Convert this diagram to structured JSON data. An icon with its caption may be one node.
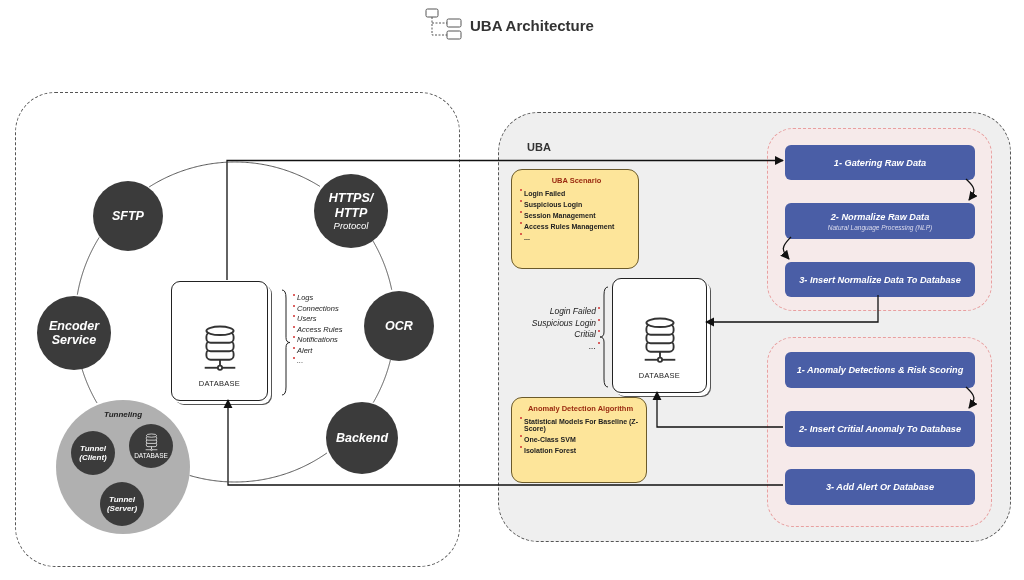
{
  "diagram": {
    "title": "UBA Architecture",
    "nodes": [
      {
        "text": [],
        "shape": "box"
      },
      {
        "text": [
          "SFTP"
        ],
        "in": 0
      },
      {
        "text": [
          "HTTPS/ HTTP",
          "Protocol"
        ],
        "in": 0
      },
      {
        "text": [
          "Encoder Service"
        ],
        "in": 0
      },
      {
        "text": [
          "DATABASE"
        ],
        "in": 0,
        "beside": [
          "Logs",
          "Connections",
          "Users",
          "Access Rules",
          "Notifications",
          "Alert",
          "..."
        ]
      },
      {
        "text": [
          "OCR"
        ],
        "in": 0
      },
      {
        "text": [
          "Tunneling"
        ],
        "in": 0
      },
      {
        "text": [
          "Tunnel (Client)"
        ],
        "in": 6
      },
      {
        "text": [
          "DATABASE"
        ],
        "in": 6
      },
      {
        "text": [
          "Tunnel (Server)"
        ],
        "in": 6
      },
      {
        "text": [
          "Backend"
        ],
        "in": 0
      },
      {
        "text": [
          "UBA"
        ]
      },
      {
        "text": [
          "UBA Scenario",
          "Login Failed",
          "Suspicious Login",
          "Session Management",
          "Access Rules Management",
          "..."
        ],
        "in": 11
      },
      {
        "text": [
          "DATABASE"
        ],
        "in": 11,
        "beside": [
          "Login Failed",
          "Suspicious Login",
          "Critial",
          "..."
        ]
      },
      {
        "text": [
          "Anomaly Detection Algorithm",
          "Statistical Models For Baseline (Z-Score)",
          "One-Class SVM",
          "Isolation Forest"
        ],
        "in": 11
      },
      {
        "text": [],
        "shape": "box",
        "in": 11
      },
      {
        "text": [
          "1- Gatering Raw Data"
        ],
        "in": 15
      },
      {
        "text": [
          "2- Normalize Raw Data",
          "Natural Language Processing (NLP)"
        ],
        "in": 15
      },
      {
        "text": [
          "3- Insert Normalize Data To Database"
        ],
        "in": 15
      },
      {
        "text": [],
        "shape": "box",
        "in": 11
      },
      {
        "text": [
          "1- Anomaly Detections & Risk Scoring"
        ],
        "in": 19
      },
      {
        "text": [
          "2- Insert Critial Anomaly To Database"
        ],
        "in": 19
      },
      {
        "text": [
          "3- Add Alert Or Database"
        ],
        "in": 19
      }
    ],
    "edges": [
      {
        "from": 4,
        "to": 16,
        "arrow": "to"
      },
      {
        "from": 16,
        "to": 17,
        "arrow": "to"
      },
      {
        "from": 17,
        "to": 18,
        "arrow": "to"
      },
      {
        "from": 18,
        "to": 13,
        "arrow": "to"
      },
      {
        "from": 20,
        "to": 21,
        "arrow": "to"
      },
      {
        "from": 21,
        "to": 13,
        "arrow": "to"
      },
      {
        "from": 22,
        "to": 4,
        "arrow": "to"
      },
      {
        "from": 1,
        "to": 2,
        "arrow": "none"
      },
      {
        "from": 2,
        "to": 5,
        "arrow": "none"
      },
      {
        "from": 5,
        "to": 10,
        "arrow": "none"
      },
      {
        "from": 10,
        "to": 6,
        "arrow": "none"
      },
      {
        "from": 6,
        "to": 3,
        "arrow": "none"
      },
      {
        "from": 3,
        "to": 1,
        "arrow": "none"
      }
    ]
  }
}
